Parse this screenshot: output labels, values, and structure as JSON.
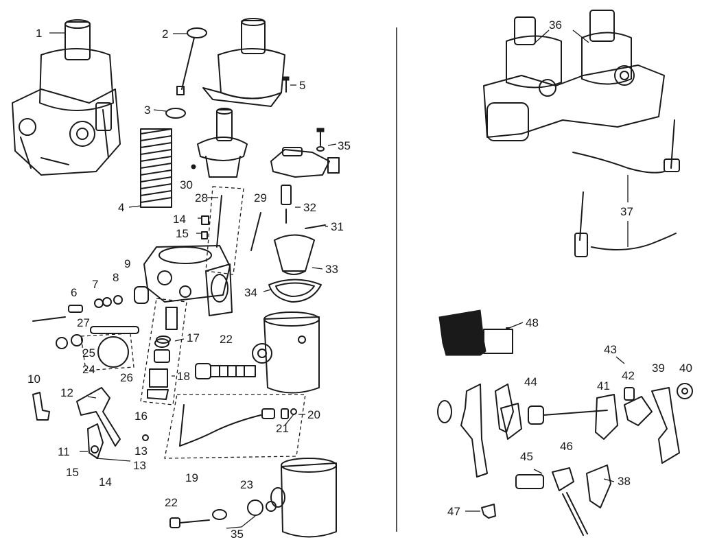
{
  "diagram": {
    "left_labels": [
      "1",
      "2",
      "3",
      "4",
      "5",
      "6",
      "7",
      "8",
      "9",
      "10",
      "11",
      "12",
      "13",
      "13b",
      "14",
      "14b",
      "15",
      "15b",
      "16",
      "17",
      "18",
      "19",
      "20",
      "21",
      "22",
      "22b",
      "23",
      "24",
      "25",
      "26",
      "27",
      "28",
      "29",
      "30",
      "31",
      "32",
      "33",
      "34",
      "35",
      "35b"
    ],
    "label_text": {
      "l1": "1",
      "l2": "2",
      "l3": "3",
      "l4": "4",
      "l5": "5",
      "l6": "6",
      "l7": "7",
      "l8": "8",
      "l9": "9",
      "l10": "10",
      "l11": "11",
      "l12": "12",
      "l13": "13",
      "l13b": "13",
      "l14": "14",
      "l14b": "14",
      "l15": "15",
      "l15b": "15",
      "l16": "16",
      "l17": "17",
      "l18": "18",
      "l19": "19",
      "l20": "20",
      "l21": "21",
      "l22": "22",
      "l22b": "22",
      "l23": "23",
      "l24": "24",
      "l25": "25",
      "l26": "26",
      "l27": "27",
      "l28": "28",
      "l29": "29",
      "l30": "30",
      "l31": "31",
      "l32": "32",
      "l33": "33",
      "l34": "34",
      "l35": "35",
      "l35b": "35",
      "l36": "36",
      "l37": "37",
      "l38": "38",
      "l39": "39",
      "l40": "40",
      "l41": "41",
      "l42": "42",
      "l43": "43",
      "l44": "44",
      "l45": "45",
      "l46": "46",
      "l47": "47",
      "l48": "48"
    }
  }
}
